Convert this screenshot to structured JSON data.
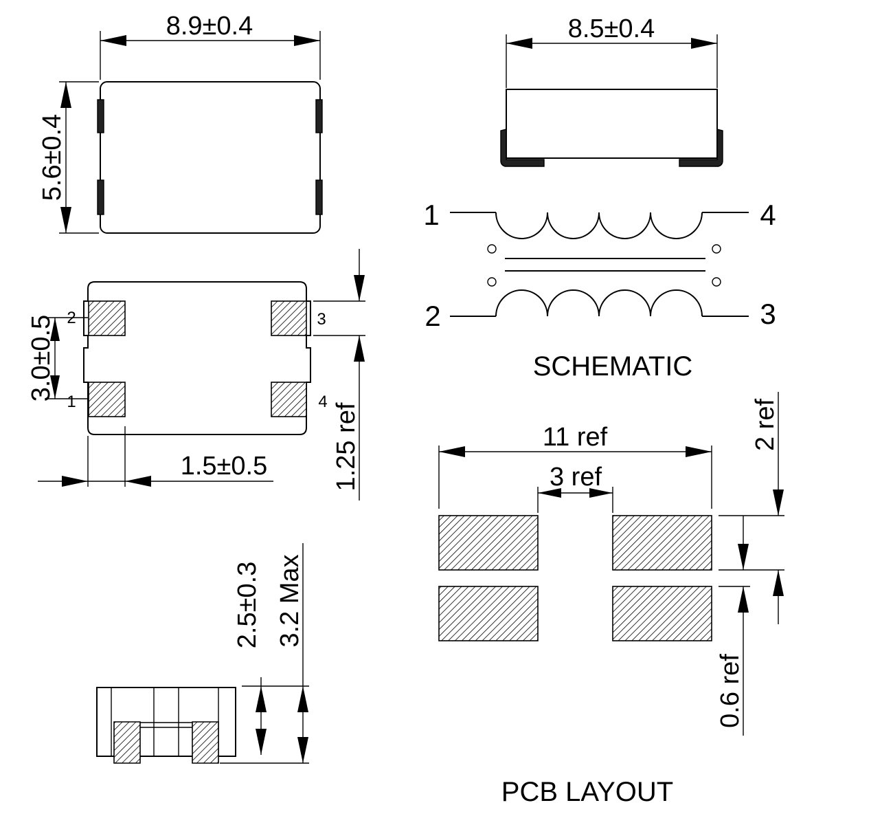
{
  "top_view": {
    "width_dim": "8.9±0.4",
    "height_dim": "5.6±0.4"
  },
  "side_view": {
    "width_dim": "8.5±0.4"
  },
  "bottom_view": {
    "pin_spacing_dim": "3.0±0.5",
    "pad_width_dim": "1.5±0.5",
    "pad_height_dim": "1.25 ref",
    "pins": [
      "1",
      "2",
      "3",
      "4"
    ]
  },
  "schematic": {
    "title": "SCHEMATIC",
    "pins": [
      "1",
      "2",
      "3",
      "4"
    ]
  },
  "profile_view": {
    "height_dim": "2.5±0.3",
    "max_height_dim": "3.2 Max"
  },
  "pcb_layout": {
    "title": "PCB LAYOUT",
    "total_width_dim": "11 ref",
    "gap_dim": "3 ref",
    "pad_height_dim": "2 ref",
    "pad_gap_dim": "0.6 ref"
  }
}
